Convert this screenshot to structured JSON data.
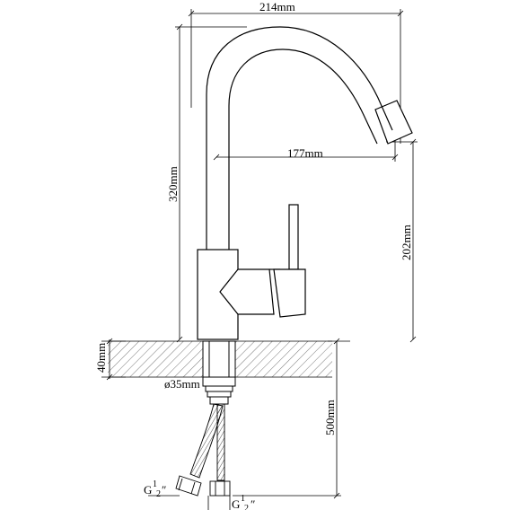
{
  "dimensions": {
    "overall_width": "214mm",
    "spout_reach": "177mm",
    "overall_height": "320mm",
    "spout_height": "202mm",
    "deck_thickness": "40mm",
    "mounting_diameter": "ø35mm",
    "hose_length": "500mm"
  },
  "thread_left": {
    "g": "G",
    "sup": "1",
    "sub": "2",
    "mark": "″"
  },
  "thread_right": {
    "g": "G",
    "sup": "1",
    "sub": "2",
    "mark": "″"
  }
}
